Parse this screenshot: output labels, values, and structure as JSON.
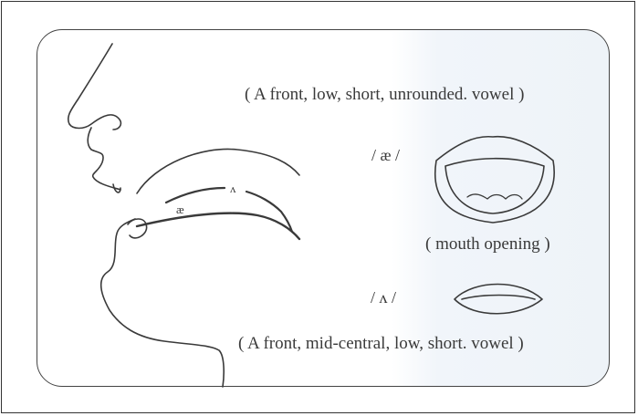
{
  "captions": {
    "ae_vowel": "( A front, low, short, unrounded. vowel )",
    "mouth_opening": "( mouth opening )",
    "uh_vowel": "( A front, mid-central, low, short. vowel )"
  },
  "symbols": {
    "ae": "/ æ /",
    "uh": "/ ʌ /"
  },
  "tongue_labels": {
    "ae": "æ",
    "uh": "ʌ"
  }
}
